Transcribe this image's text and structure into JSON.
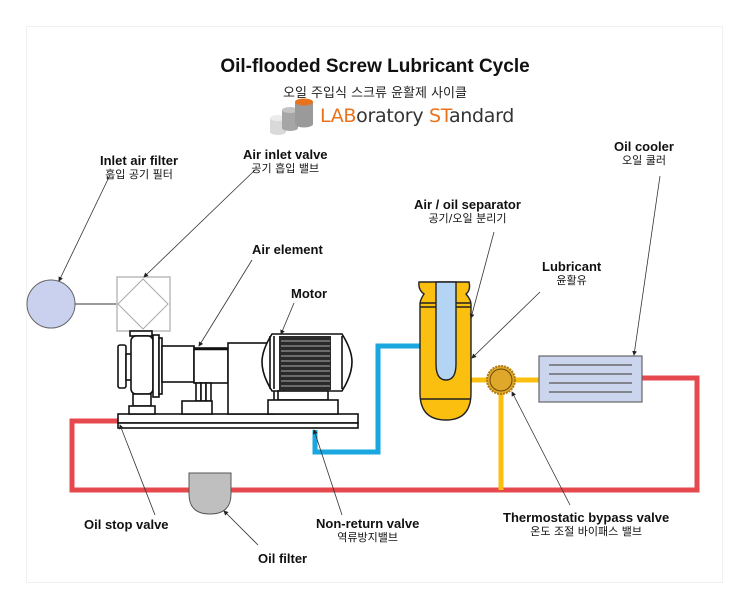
{
  "title": "Oil-flooded Screw Lubricant Cycle",
  "subtitle": "오일 주입식 스크류 윤활제 사이클",
  "brand": {
    "accent_1": "LAB",
    "rest_1": "oratory ",
    "accent_2": "ST",
    "rest_2": "andard",
    "accent_color": "#e8731c",
    "logo_icon": "stacked-cylinders-icon"
  },
  "colors": {
    "hot_oil_line": "#e5484d",
    "air_oil_line": "#1aa7e0",
    "lubricant_line": "#fbbf0f",
    "separator_body": "#fbbf0f",
    "separator_element": "#b3d4f2",
    "cooler_fill": "#ccd5ee",
    "inlet_filter_fill": "#c9d1ee",
    "oil_filter_fill": "#bfbfbf",
    "bypass_valve_fill": "#e0a82a"
  },
  "labels": {
    "inlet_air_filter": {
      "en": "Inlet air filter",
      "ko": "흡입 공기 필터"
    },
    "air_inlet_valve": {
      "en": "Air inlet valve",
      "ko": "공기 흡입 밸브"
    },
    "air_element": {
      "en": "Air element"
    },
    "motor": {
      "en": "Motor"
    },
    "air_oil_separator": {
      "en": "Air / oil separator",
      "ko": "공기/오일 분리기"
    },
    "lubricant": {
      "en": "Lubricant",
      "ko": "윤활유"
    },
    "oil_cooler": {
      "en": "Oil cooler",
      "ko": "오일 쿨러"
    },
    "oil_stop_valve": {
      "en": "Oil stop valve"
    },
    "oil_filter": {
      "en": "Oil filter"
    },
    "non_return_valve": {
      "en": "Non-return valve",
      "ko": "역류방지밸브"
    },
    "thermostatic_bypass_valve": {
      "en": "Thermostatic bypass valve",
      "ko": "온도 조절 바이패스 밸브"
    }
  }
}
